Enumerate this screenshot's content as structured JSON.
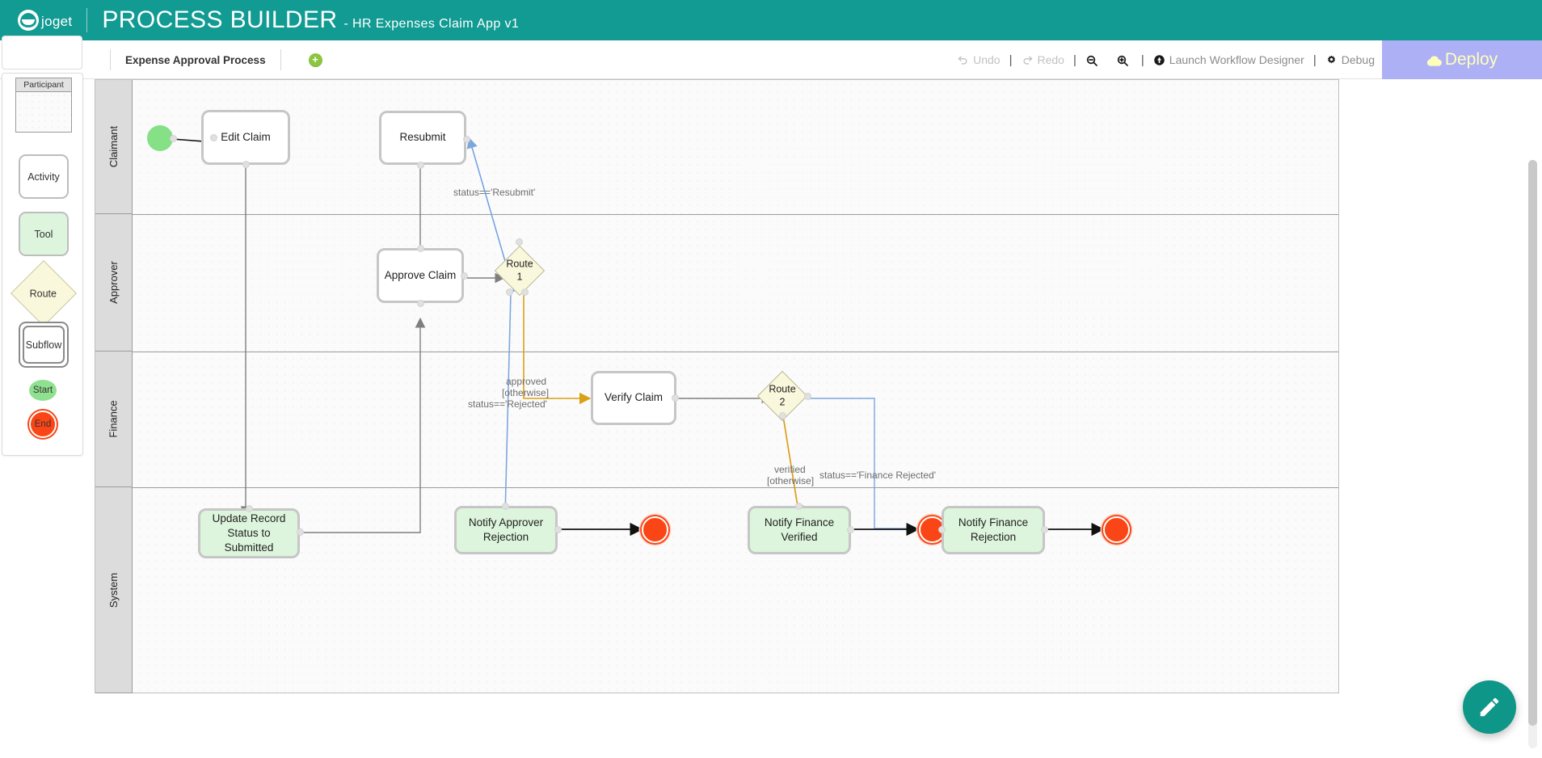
{
  "header": {
    "brand_icon": "joget-logo-icon",
    "brand_name": "joget",
    "title": "PROCESS BUILDER",
    "subtitle": "- HR Expenses Claim App v1",
    "brand_color": "#119b92"
  },
  "toolbar": {
    "tab_label": "Expense Approval Process",
    "add_tab_label": "+",
    "undo_label": "Undo",
    "redo_label": "Redo",
    "zoom_out_label": "",
    "zoom_in_label": "",
    "launch_designer_label": "Launch Workflow Designer",
    "debug_label": "Debug",
    "deploy_label": "Deploy",
    "separator": "|",
    "deploy_bg": "#aeb0f5",
    "deploy_fg": "#ffffbb"
  },
  "palette": {
    "items": [
      {
        "label": "Participant",
        "shape": "participant"
      },
      {
        "label": "Activity",
        "shape": "activity"
      },
      {
        "label": "Tool",
        "shape": "tool"
      },
      {
        "label": "Route",
        "shape": "route"
      },
      {
        "label": "Subflow",
        "shape": "subflow"
      },
      {
        "label": "Start",
        "shape": "start"
      },
      {
        "label": "End",
        "shape": "end"
      }
    ]
  },
  "canvas": {
    "lanes": [
      {
        "label": "Claimant"
      },
      {
        "label": "Approver"
      },
      {
        "label": "Finance"
      },
      {
        "label": "System"
      }
    ],
    "nodes": [
      {
        "id": "start",
        "label": "",
        "type": "start"
      },
      {
        "id": "edit_claim",
        "label": "Edit Claim",
        "type": "activity"
      },
      {
        "id": "resubmit",
        "label": "Resubmit",
        "type": "activity"
      },
      {
        "id": "approve_claim",
        "label": "Approve Claim",
        "type": "activity"
      },
      {
        "id": "route1",
        "label": "Route 1",
        "type": "route"
      },
      {
        "id": "verify_claim",
        "label": "Verify Claim",
        "type": "activity"
      },
      {
        "id": "route2",
        "label": "Route 2",
        "type": "route"
      },
      {
        "id": "update_record",
        "label": "Update Record Status to Submitted",
        "type": "tool"
      },
      {
        "id": "notify_approver_rejection",
        "label": "Notify Approver Rejection",
        "type": "tool"
      },
      {
        "id": "notify_finance_verified",
        "label": "Notify Finance Verified",
        "type": "tool"
      },
      {
        "id": "notify_finance_rejection",
        "label": "Notify Finance Rejection",
        "type": "tool"
      },
      {
        "id": "end1",
        "label": "",
        "type": "end"
      },
      {
        "id": "end2",
        "label": "",
        "type": "end"
      },
      {
        "id": "end3",
        "label": "",
        "type": "end"
      }
    ],
    "node_labels": {
      "start": "",
      "edit_claim": "Edit Claim",
      "resubmit": "Resubmit",
      "approve_claim": "Approve Claim",
      "route1_line1": "Route",
      "route1_line2": "1",
      "verify_claim": "Verify Claim",
      "route2_line1": "Route",
      "route2_line2": "2",
      "update_record_l1": "Update Record",
      "update_record_l2": "Status to",
      "update_record_l3": "Submitted",
      "notify_approver_l1": "Notify Approver",
      "notify_approver_l2": "Rejection",
      "notify_fin_ver_l1": "Notify Finance",
      "notify_fin_ver_l2": "Verified",
      "notify_fin_rej_l1": "Notify Finance",
      "notify_fin_rej_l2": "Rejection"
    },
    "edge_labels": {
      "resubmit_cond": "status=='Resubmit'",
      "approved": "approved",
      "otherwise1": "[otherwise]",
      "rejected_cond": "status=='Rejected'",
      "verified": "verified",
      "otherwise2": "[otherwise]",
      "finance_rejected_cond": "status=='Finance Rejected'"
    },
    "edge_colors": {
      "default": "#7f7f7f",
      "approved": "#d9a018",
      "otherwise": "#7da7dd",
      "black": "#1a1a1a"
    }
  },
  "fab": {
    "icon": "pencil-icon",
    "color": "#0e9688"
  }
}
